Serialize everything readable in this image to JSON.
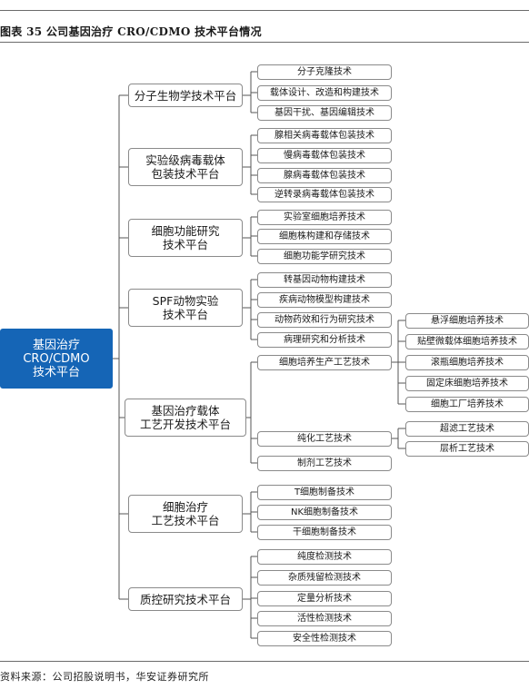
{
  "header": {
    "title": "图表 35 公司基因治疗 CRO/CDMO 技术平台情况"
  },
  "footer": {
    "source": "资料来源：公司招股说明书，华安证券研究所"
  },
  "tree": {
    "root": "基因治疗\nCRO/CDMO\n技术平台",
    "platforms": [
      {
        "name": "分子生物学技术平台",
        "items": [
          "分子克隆技术",
          "载体设计、改造和构建技术",
          "基因干扰、基因编辑技术"
        ]
      },
      {
        "name": "实验级病毒载体\n包装技术平台",
        "items": [
          "腺相关病毒载体包装技术",
          "慢病毒载体包装技术",
          "腺病毒载体包装技术",
          "逆转录病毒载体包装技术"
        ]
      },
      {
        "name": "细胞功能研究\n技术平台",
        "items": [
          "实验室细胞培养技术",
          "细胞株构建和存储技术",
          "细胞功能学研究技术"
        ]
      },
      {
        "name": "SPF动物实验\n技术平台",
        "items": [
          "转基因动物构建技术",
          "疾病动物模型构建技术",
          "动物药效和行为研究技术",
          "病理研究和分析技术"
        ]
      },
      {
        "name": "基因治疗载体\n工艺开发技术平台",
        "items": [
          "细胞培养生产工艺技术",
          "纯化工艺技术",
          "制剂工艺技术"
        ],
        "subitems": {
          "culture": [
            "悬浮细胞培养技术",
            "贴壁微载体细胞培养技术",
            "滚瓶细胞培养技术",
            "固定床细胞培养技术",
            "细胞工厂培养技术"
          ],
          "purification": [
            "超滤工艺技术",
            "层析工艺技术"
          ]
        }
      },
      {
        "name": "细胞治疗\n工艺技术平台",
        "items": [
          "T细胞制备技术",
          "NK细胞制备技术",
          "干细胞制备技术"
        ]
      },
      {
        "name": "质控研究技术平台",
        "items": [
          "纯度检测技术",
          "杂质残留检测技术",
          "定量分析技术",
          "活性检测技术",
          "安全性检测技术"
        ]
      }
    ]
  }
}
